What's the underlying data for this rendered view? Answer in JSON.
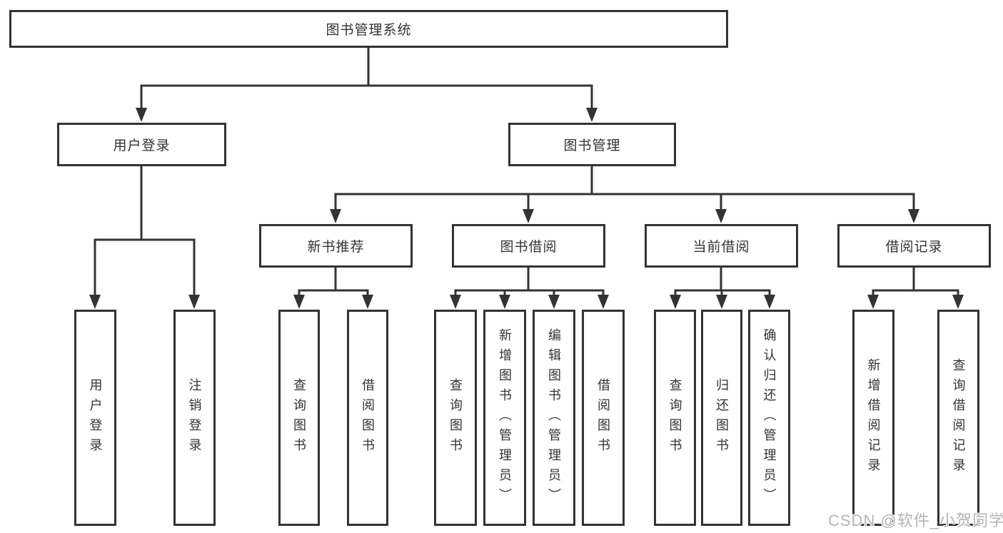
{
  "palette": {
    "line_color": "#333333",
    "box_border_color": "#333333",
    "box_background": "#ffffff",
    "text_color": "#333333",
    "watermark_color": "#b4b4b4",
    "page_background": "#ffffff"
  },
  "watermark": {
    "text": "CSDN @软件_小贺同学"
  },
  "tree": {
    "root": {
      "label": "图书管理系统",
      "children": [
        {
          "label": "用户登录",
          "children": [
            {
              "label": "用户登录"
            },
            {
              "label": "注销登录"
            }
          ]
        },
        {
          "label": "图书管理",
          "children": [
            {
              "label": "新书推荐",
              "children": [
                {
                  "label": "查询图书"
                },
                {
                  "label": "借阅图书"
                }
              ]
            },
            {
              "label": "图书借阅",
              "children": [
                {
                  "label": "查询图书"
                },
                {
                  "label": "新增图书（管理员）"
                },
                {
                  "label": "编辑图书（管理员）"
                },
                {
                  "label": "借阅图书"
                }
              ]
            },
            {
              "label": "当前借阅",
              "children": [
                {
                  "label": "查询图书"
                },
                {
                  "label": "归还图书"
                },
                {
                  "label": "确认归还（管理员）"
                }
              ]
            },
            {
              "label": "借阅记录",
              "children": [
                {
                  "label": "新增借阅记录"
                },
                {
                  "label": "查询借阅记录"
                }
              ]
            }
          ]
        }
      ]
    }
  }
}
